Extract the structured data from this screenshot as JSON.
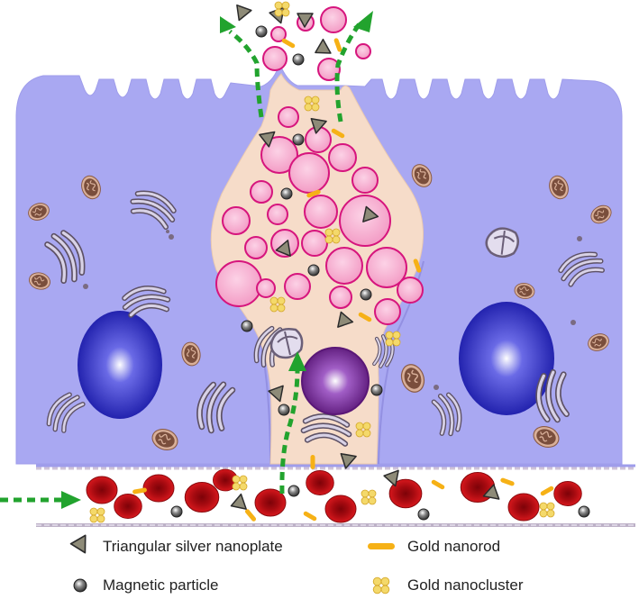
{
  "colors": {
    "cell": "#a9a8f2",
    "cell_outline": "#9390e2",
    "lumen": "#f6dcc9",
    "vesicle_fill": "#f5a9cd",
    "vesicle_stroke": "#d6157d",
    "nucleus": "#1818a6",
    "mitochondria": "#7a4e3c",
    "golgi": "#7a6b82",
    "red_cell": "#c80f14",
    "arrow": "#22a32e",
    "nanorod": "#f6b116",
    "nanoplate": "#8e8b78",
    "magnetic": "#555555",
    "nanocluster": "#f4d96a"
  },
  "legend": [
    {
      "icon": "triangular-nanoplate-icon",
      "label": "Triangular silver nanoplate"
    },
    {
      "icon": "gold-nanorod-icon",
      "label": "Gold nanorod"
    },
    {
      "icon": "magnetic-particle-icon",
      "label": "Magnetic particle"
    },
    {
      "icon": "gold-nanocluster-icon",
      "label": "Gold nanocluster"
    }
  ]
}
